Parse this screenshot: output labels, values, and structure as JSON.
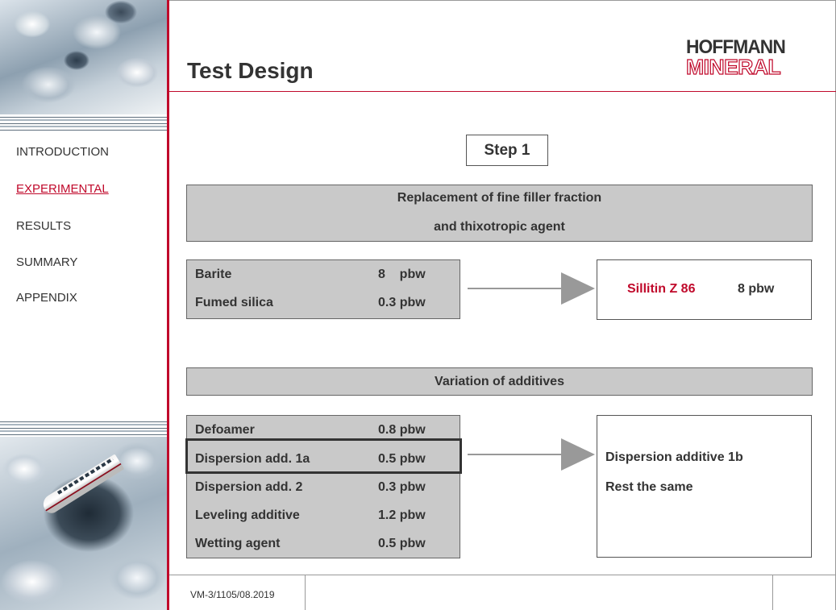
{
  "header": {
    "title": "Test Design",
    "logo_top": "HOFFMANN",
    "logo_bottom": "MINERAL"
  },
  "nav": {
    "items": [
      {
        "label": "INTRODUCTION",
        "active": false
      },
      {
        "label": "EXPERIMENTAL",
        "active": true
      },
      {
        "label": "RESULTS",
        "active": false
      },
      {
        "label": "SUMMARY",
        "active": false
      },
      {
        "label": "APPENDIX",
        "active": false
      }
    ]
  },
  "step": {
    "label": "Step 1"
  },
  "section1": {
    "banner_line1": "Replacement of fine filler fraction",
    "banner_line2": "and thixotropic agent",
    "rows": [
      {
        "name": "Barite",
        "amount": "8    pbw"
      },
      {
        "name": "Fumed silica",
        "amount": "0.3 pbw"
      }
    ],
    "result": {
      "product": "Sillitin Z 86",
      "amount": "8 pbw"
    }
  },
  "section2": {
    "banner": "Variation of additives",
    "rows": [
      {
        "name": "Defoamer",
        "amount": "0.8 pbw"
      },
      {
        "name": "Dispersion add. 1a",
        "amount": "0.5 pbw"
      },
      {
        "name": "Dispersion add. 2",
        "amount": "0.3 pbw"
      },
      {
        "name": "Leveling additive",
        "amount": "1.2 pbw"
      },
      {
        "name": "Wetting agent",
        "amount": "0.5 pbw"
      }
    ],
    "result": {
      "line1": "Dispersion additive 1b",
      "line2": "Rest the same"
    }
  },
  "footer": {
    "code": "VM-3/1105/08.2019"
  },
  "colors": {
    "accent": "#c0092b",
    "box_gray": "#c9c9c9",
    "text": "#333333"
  }
}
